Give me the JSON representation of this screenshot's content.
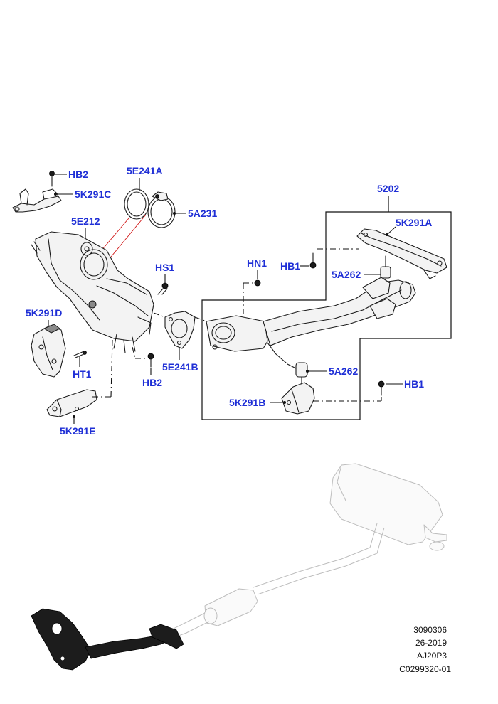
{
  "callouts": {
    "hb2_top": "HB2",
    "k291c": "5K291C",
    "e241a": "5E241A",
    "a231": "5A231",
    "e212": "5E212",
    "hs1": "HS1",
    "hn1": "HN1",
    "n5202": "5202",
    "k291a": "5K291A",
    "hb1_top": "HB1",
    "a262_top": "5A262",
    "k291d": "5K291D",
    "ht1": "HT1",
    "hb2_bottom": "HB2",
    "e241b": "5E241B",
    "a262_bottom": "5A262",
    "hb1_bottom": "HB1",
    "k291b": "5K291B",
    "k291e": "5K291E"
  },
  "reference": {
    "line1": "3090306",
    "line2": "26-2019",
    "line3": "AJ20P3",
    "line4": "C0299320-01"
  },
  "colors": {
    "callout": "#1f2fd6",
    "highlight": "#d01010",
    "line": "#111111"
  }
}
